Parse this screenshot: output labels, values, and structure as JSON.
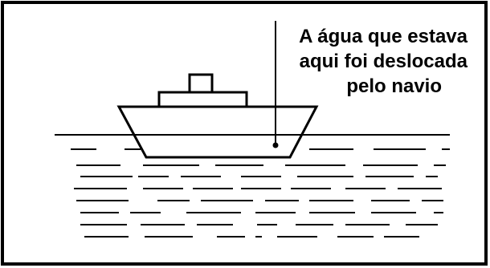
{
  "caption": {
    "lines": [
      "A água que estava",
      "aqui foi deslocada",
      "pelo navio"
    ]
  },
  "colors": {
    "ink": "#000000",
    "paper": "#ffffff"
  },
  "icons": {
    "ship": "ship-icon",
    "water": "water-lines-icon",
    "pointer": "pointer-line-with-dot"
  }
}
